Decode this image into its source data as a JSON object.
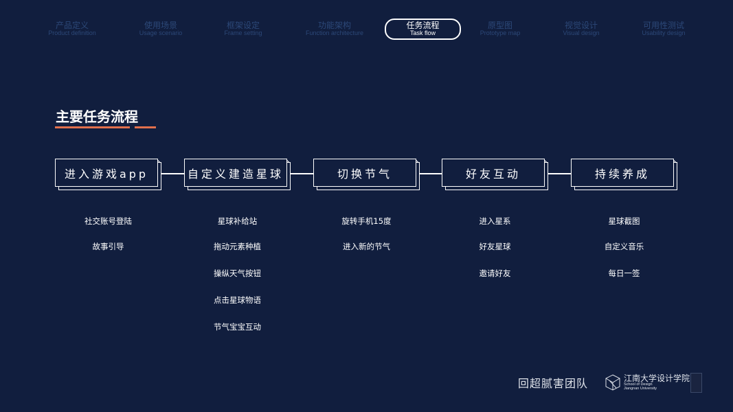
{
  "nav": [
    {
      "zh": "产品定义",
      "en": "Product definition"
    },
    {
      "zh": "使用场景",
      "en": "Usage scenario"
    },
    {
      "zh": "框架设定",
      "en": "Frame setting"
    },
    {
      "zh": "功能架构",
      "en": "Function architecture"
    },
    {
      "zh": "任务流程",
      "en": "Task flow",
      "active": true
    },
    {
      "zh": "原型图",
      "en": "Prototype map"
    },
    {
      "zh": "视觉设计",
      "en": "Visual design"
    },
    {
      "zh": "可用性测试",
      "en": "Usability design"
    }
  ],
  "section_title": "主要任务流程",
  "steps": [
    {
      "label": "进入游戏app",
      "items": [
        "社交账号登陆",
        "故事引导"
      ]
    },
    {
      "label": "自定义建造星球",
      "items": [
        "星球补给站",
        "拖动元素种植",
        "操纵天气按钮",
        "点击星球物语",
        "节气宝宝互动"
      ]
    },
    {
      "label": "切换节气",
      "items": [
        "旋转手机15度",
        "进入新的节气"
      ]
    },
    {
      "label": "好友互动",
      "items": [
        "进入星系",
        "好友星球",
        "邀请好友"
      ]
    },
    {
      "label": "持续养成",
      "items": [
        "星球截图",
        "自定义音乐",
        "每日一签"
      ]
    }
  ],
  "footer": {
    "team": "回超腻害团队",
    "school_zh": "江南大学设计学院",
    "school_en1": "School of Design",
    "school_en2": "Jiangnan University",
    "seal": "印章"
  },
  "colors": {
    "background": "#111e3e",
    "accent": "#e2704d",
    "nav_inactive": "#2c4878"
  }
}
